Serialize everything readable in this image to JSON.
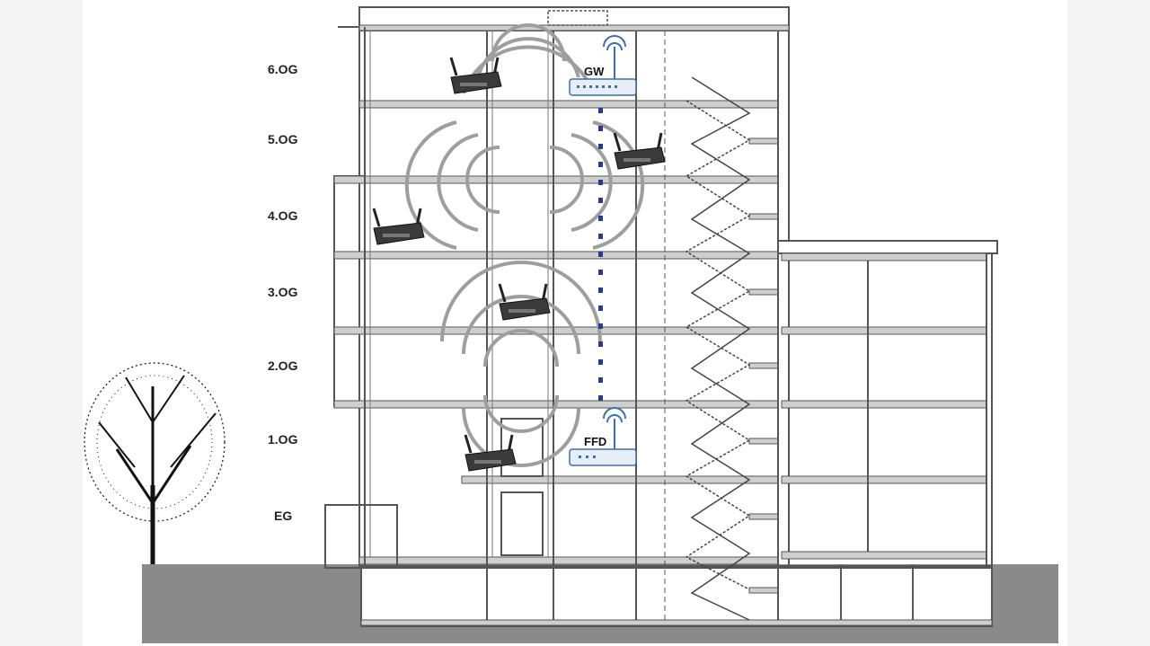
{
  "floors": [
    {
      "id": "6og",
      "label": "6.OG"
    },
    {
      "id": "5og",
      "label": "5.OG"
    },
    {
      "id": "4og",
      "label": "4.OG"
    },
    {
      "id": "3og",
      "label": "3.OG"
    },
    {
      "id": "2og",
      "label": "2.OG"
    },
    {
      "id": "1og",
      "label": "1.OG"
    },
    {
      "id": "eg",
      "label": "EG"
    }
  ],
  "devices": {
    "gateway": {
      "label": "GW",
      "floor": "6.OG",
      "icon": "gateway-router-icon"
    },
    "ffd": {
      "label": "FFD",
      "floor": "1.OG",
      "icon": "ffd-router-icon"
    }
  },
  "routers": [
    {
      "floor": "6.OG",
      "icon": "wireless-router-icon"
    },
    {
      "floor": "5.OG",
      "icon": "wireless-router-icon"
    },
    {
      "floor": "4.OG",
      "icon": "wireless-router-icon"
    },
    {
      "floor": "3.OG",
      "icon": "wireless-router-icon"
    },
    {
      "floor": "1.OG",
      "icon": "wireless-router-icon"
    }
  ],
  "colors": {
    "wall": "#555555",
    "slab_fill": "#cfcfcf",
    "ground": "#8a8a8a",
    "signal_wave": "#9e9e9e",
    "link_dots": "#2b3a8f",
    "device_fill": "#e8eef5",
    "antenna": "#3a6fb5"
  }
}
